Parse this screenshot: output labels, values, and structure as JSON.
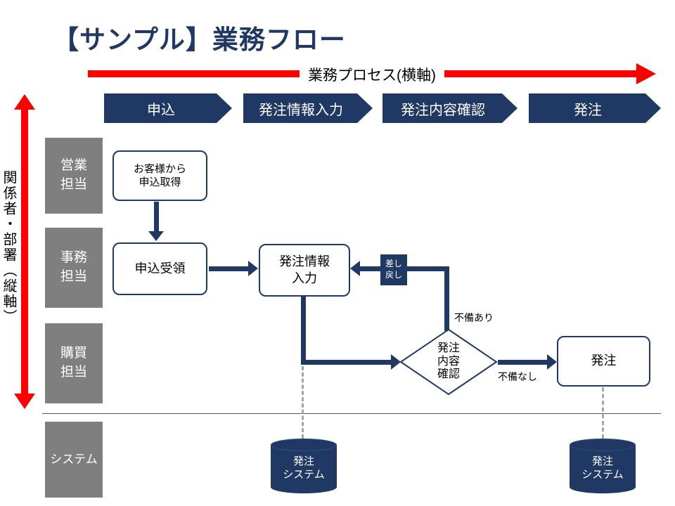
{
  "page": {
    "title": "【サンプル】業務フロー"
  },
  "axes": {
    "horizontal": {
      "label": "業務プロセス(横軸)"
    },
    "vertical": {
      "label": "関係者・部署（縦軸）"
    }
  },
  "process_steps": [
    {
      "label": "申込"
    },
    {
      "label": "発注情報入力"
    },
    {
      "label": "発注内容確認"
    },
    {
      "label": "発注"
    }
  ],
  "lanes": [
    {
      "label": "営業\n担当"
    },
    {
      "label": "事務\n担当"
    },
    {
      "label": "購買\n担当"
    },
    {
      "label": "システム"
    }
  ],
  "nodes": {
    "customer_application": {
      "label": "お客様から\n申込取得"
    },
    "application_receipt": {
      "label": "申込受領"
    },
    "order_info_input": {
      "label": "発注情報\n入力"
    },
    "send_back": {
      "label": "差し\n戻し"
    },
    "order_confirm": {
      "label": "発注\n内容\n確認"
    },
    "order": {
      "label": "発注"
    },
    "order_system_left": {
      "label": "発注\nシステム"
    },
    "order_system_right": {
      "label": "発注\nシステム"
    }
  },
  "edge_labels": {
    "defect_yes": "不備あり",
    "defect_no": "不備なし"
  },
  "colors": {
    "navy": "#1F3864",
    "red": "#FF0000",
    "lane_gray": "#7F7F7F",
    "dashed_gray": "#A6A6A6"
  }
}
